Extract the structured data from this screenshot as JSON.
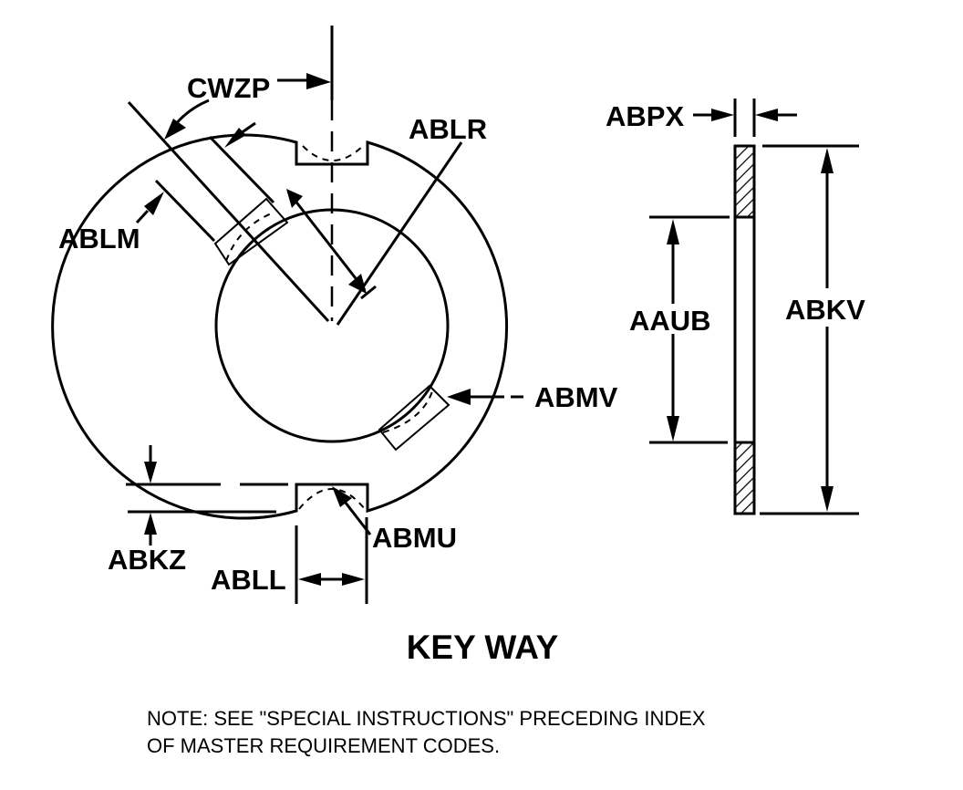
{
  "title": "KEY WAY",
  "note": {
    "line1": "NOTE: SEE \"SPECIAL INSTRUCTIONS\" PRECEDING INDEX",
    "line2": "OF MASTER REQUIREMENT CODES."
  },
  "front_view": {
    "labels": {
      "cwzp": "CWZP",
      "ablr": "ABLR",
      "ablm": "ABLM",
      "abmv": "ABMV",
      "abkz": "ABKZ",
      "abll": "ABLL",
      "abmu": "ABMU"
    }
  },
  "side_view": {
    "labels": {
      "abpx": "ABPX",
      "aaub": "AAUB",
      "abkv": "ABKV"
    }
  }
}
